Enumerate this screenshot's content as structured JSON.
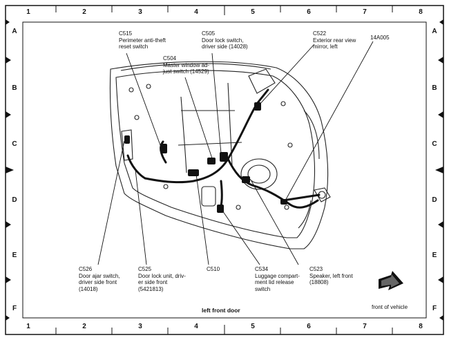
{
  "grid": {
    "columns": [
      "1",
      "2",
      "3",
      "4",
      "5",
      "6",
      "7",
      "8"
    ],
    "rows": [
      "A",
      "B",
      "C",
      "D",
      "E",
      "F"
    ]
  },
  "diagram": {
    "title": "left front door",
    "direction_label": "front of vehicle",
    "callouts": {
      "c515": "C515\nPerimeter anti-theft\nreset switch",
      "c505": "C505\nDoor lock switch,\ndriver side (14028)",
      "c504": "C504\nMaster window ad-\njust switch (14529)",
      "c522": "C522\nExterior rear view\nmirror, left",
      "p14a005": "14A005",
      "c526": "C526\nDoor ajar switch,\ndriver side front\n(14018)",
      "c525": "C525\nDoor lock unit, driv-\ner side front\n(5421813)",
      "c510": "C510",
      "c534": "C534\nLuggage compart-\nment lid release\nswitch",
      "c523": "C523\nSpeaker, left front\n(18808)"
    }
  }
}
